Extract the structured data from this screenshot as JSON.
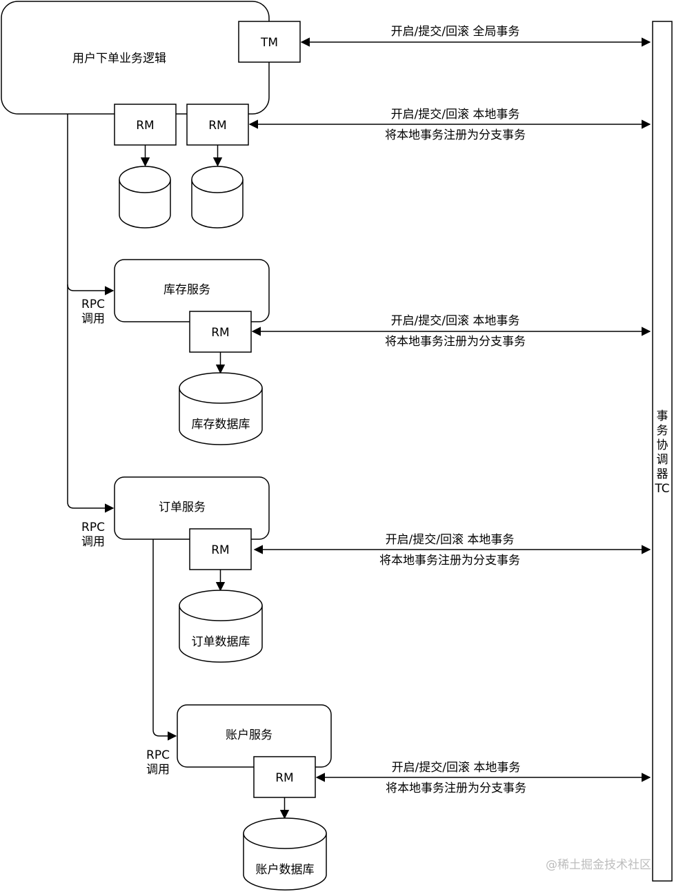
{
  "nodes": {
    "main_service": "用户下单业务逻辑",
    "tm": "TM",
    "rm": "RM",
    "inventory_service": "库存服务",
    "order_service": "订单服务",
    "account_service": "账户服务",
    "inventory_db": "库存数据库",
    "order_db": "订单数据库",
    "account_db": "账户数据库",
    "tc_chars": [
      "事",
      "务",
      "协",
      "调",
      "器",
      "TC"
    ]
  },
  "edges": {
    "global_tx": "开启/提交/回滚 全局事务",
    "local_tx": "开启/提交/回滚 本地事务",
    "register_branch": "将本地事务注册为分支事务",
    "rpc_1": "RPC",
    "rpc_2": "调用"
  },
  "watermark": "@稀土掘金技术社区"
}
